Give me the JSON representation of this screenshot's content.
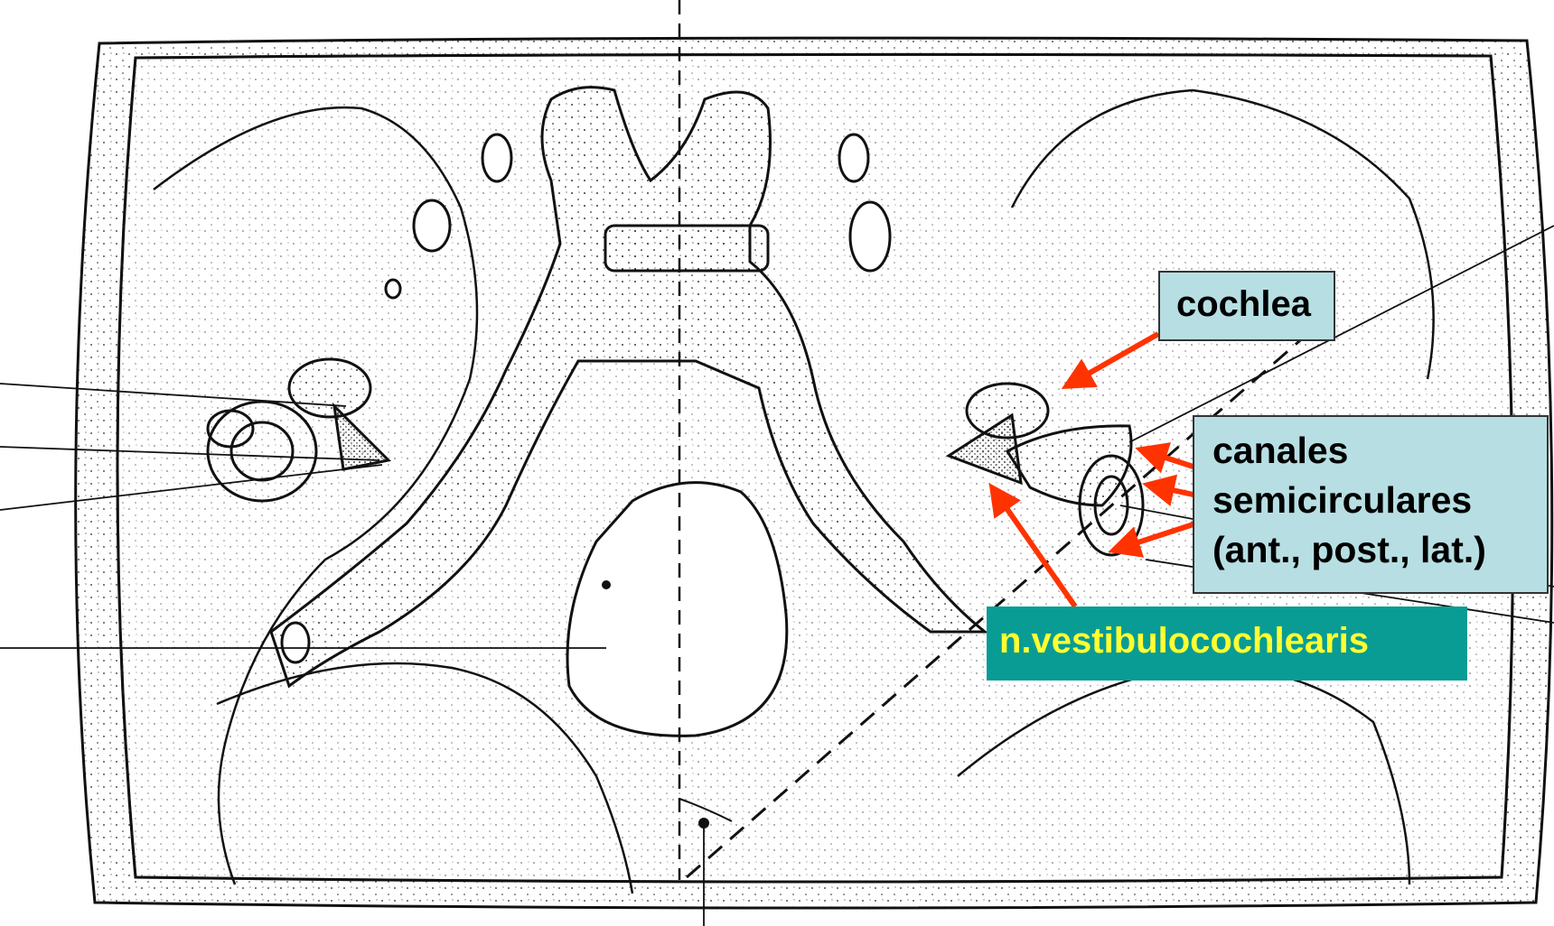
{
  "labels": {
    "cochlea": "cochlea",
    "canales_line1": "canales",
    "canales_line2": "semicirculares",
    "canales_line3": "(ant., post., lat.)",
    "nerve": "n.vestibulocochlearis"
  },
  "colors": {
    "box_light": "#b7dfe3",
    "box_dark": "#099c94",
    "nerve_text": "#ffff33",
    "arrow": "#ff3300",
    "ink": "#111111",
    "background": "#ffffff"
  }
}
